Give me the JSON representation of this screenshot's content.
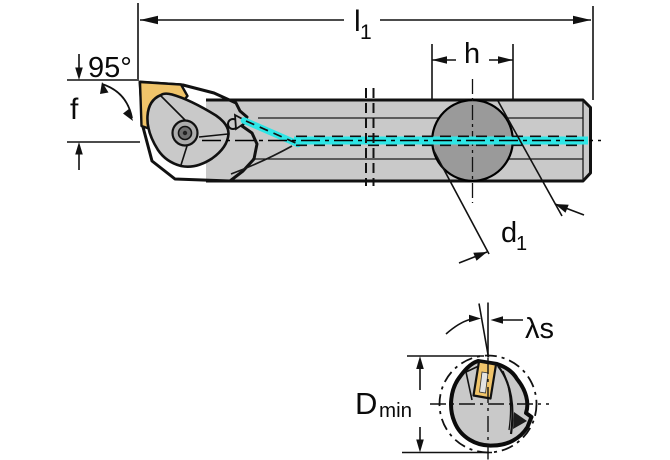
{
  "drawing": {
    "labels": {
      "overall_length": {
        "main": "l",
        "sub": "1"
      },
      "entering_angle": "95°",
      "offset_f": "f",
      "height_h": "h",
      "shank_diameter": {
        "main": "d",
        "sub": "1"
      },
      "inclination_angle": "λs",
      "min_bore_diameter": {
        "main": "D",
        "sub": "min"
      }
    },
    "colors": {
      "outline": "#111111",
      "body_gray": "#C9C9C9",
      "bore_circle_gray": "#9A9A9A",
      "insert_gold": "#F0C46A",
      "coolant_cyan": "#2EE6E6"
    }
  }
}
